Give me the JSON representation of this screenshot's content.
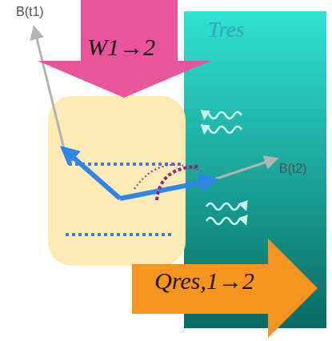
{
  "diagram": {
    "nodes": [
      {
        "text": [
          "W1→2"
        ]
      },
      {
        "text": [
          "Tres"
        ]
      },
      {
        "text": [
          "Qres,1→2"
        ]
      }
    ],
    "labels": [
      "B(t1)",
      "B(t2)"
    ]
  }
}
